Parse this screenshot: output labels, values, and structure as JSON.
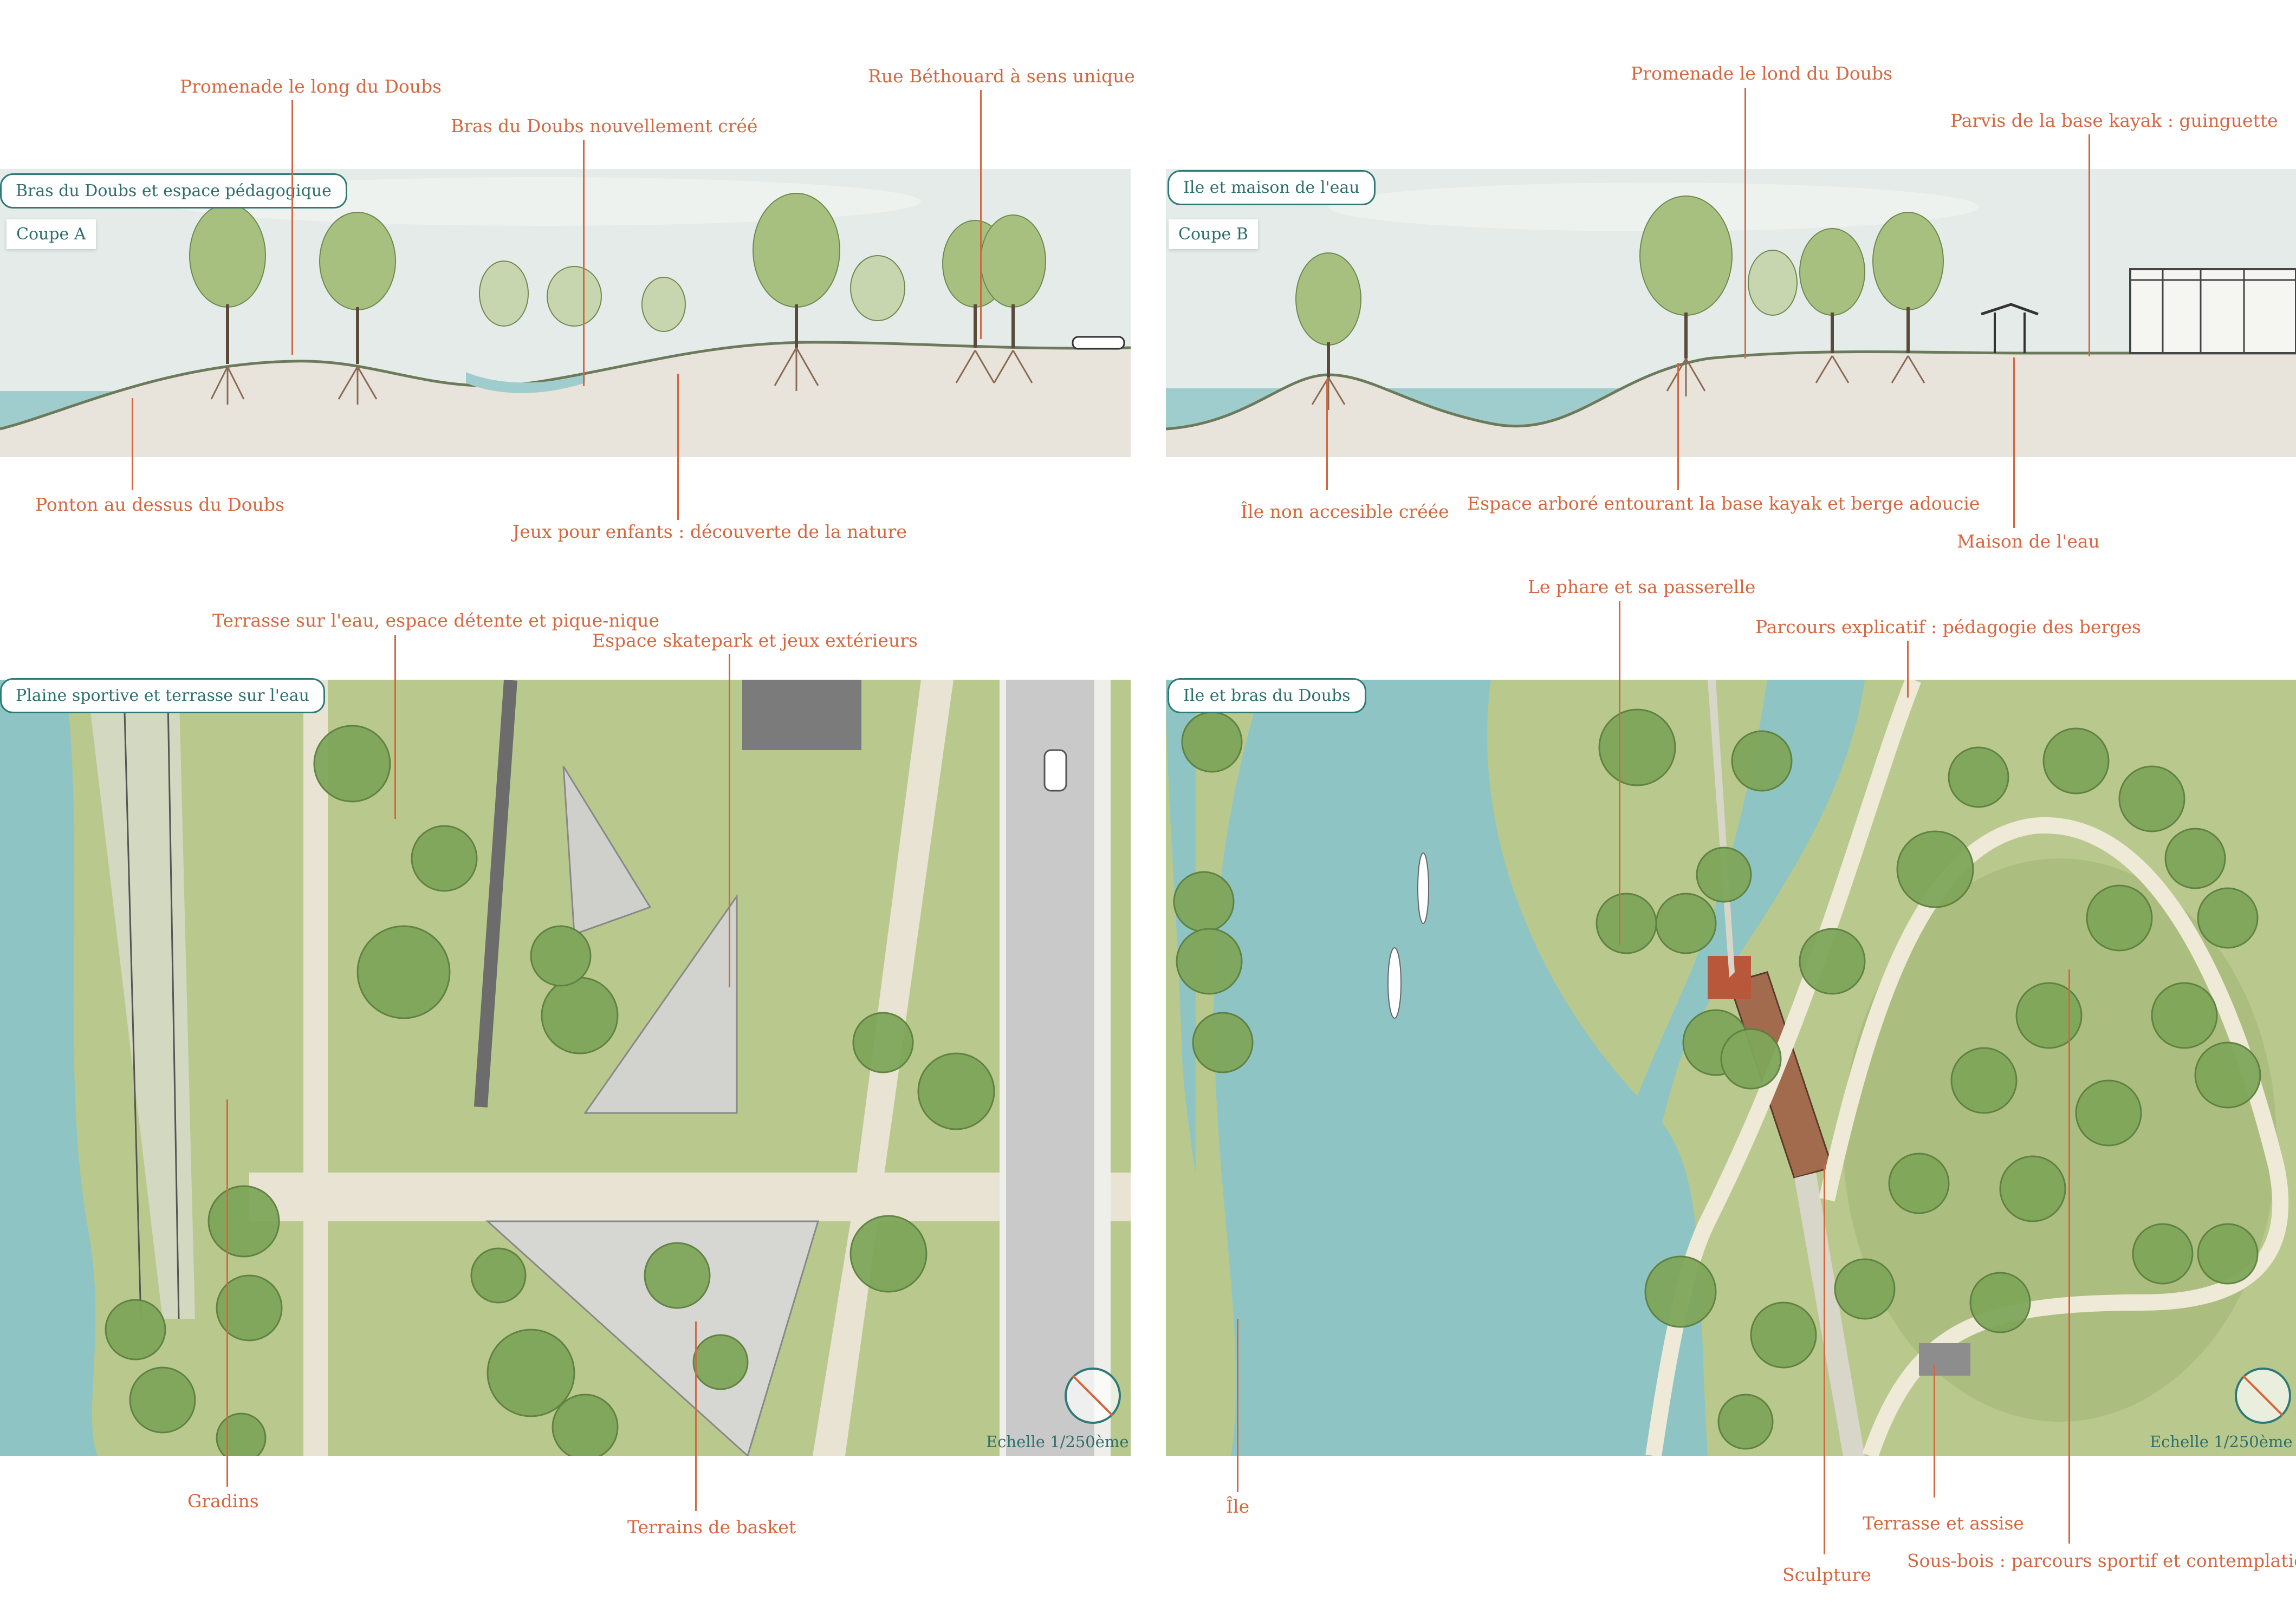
{
  "colors": {
    "label": "#d4673f",
    "teal": "#2e7a78",
    "water": "#8fc4c4",
    "grass": "#b9c98d",
    "path": "#e8e3d3"
  },
  "panels": {
    "section_a": {
      "tag": "Bras du Doubs et espace pédagogique",
      "coupe": "Coupe A",
      "labels": {
        "promenade": "Promenade le long du Doubs",
        "bras": "Bras du Doubs nouvellement créé",
        "rue": "Rue Béthouard à sens unique",
        "ponton": "Ponton au dessus du Doubs",
        "jeux": "Jeux pour enfants : découverte de la nature"
      }
    },
    "section_b": {
      "tag": "Ile et maison de l'eau",
      "coupe": "Coupe B",
      "labels": {
        "promenade": "Promenade le lond du Doubs",
        "parvis": "Parvis de la base kayak : guinguette",
        "ile": "Île non accesible créée",
        "espace": "Espace arboré entourant la base kayak et berge adoucie",
        "maison": "Maison de l'eau"
      }
    },
    "plan_a": {
      "tag": "Plaine sportive et terrasse sur l'eau",
      "scale": "Echelle 1/250ème",
      "labels": {
        "terrasse": "Terrasse sur l'eau, espace détente et pique-nique",
        "skatepark": "Espace skatepark et jeux extérieurs",
        "gradins": "Gradins",
        "basket": "Terrains de basket"
      }
    },
    "plan_b": {
      "tag": "Ile et bras du Doubs",
      "scale": "Echelle 1/250ème",
      "labels": {
        "phare": "Le phare et sa passerelle",
        "parcours": "Parcours explicatif : pédagogie des berges",
        "ile": "Île",
        "sculpture": "Sculpture",
        "terrasse": "Terrasse et assise",
        "sousbois": "Sous-bois : parcours sportif et contemplation"
      }
    }
  }
}
